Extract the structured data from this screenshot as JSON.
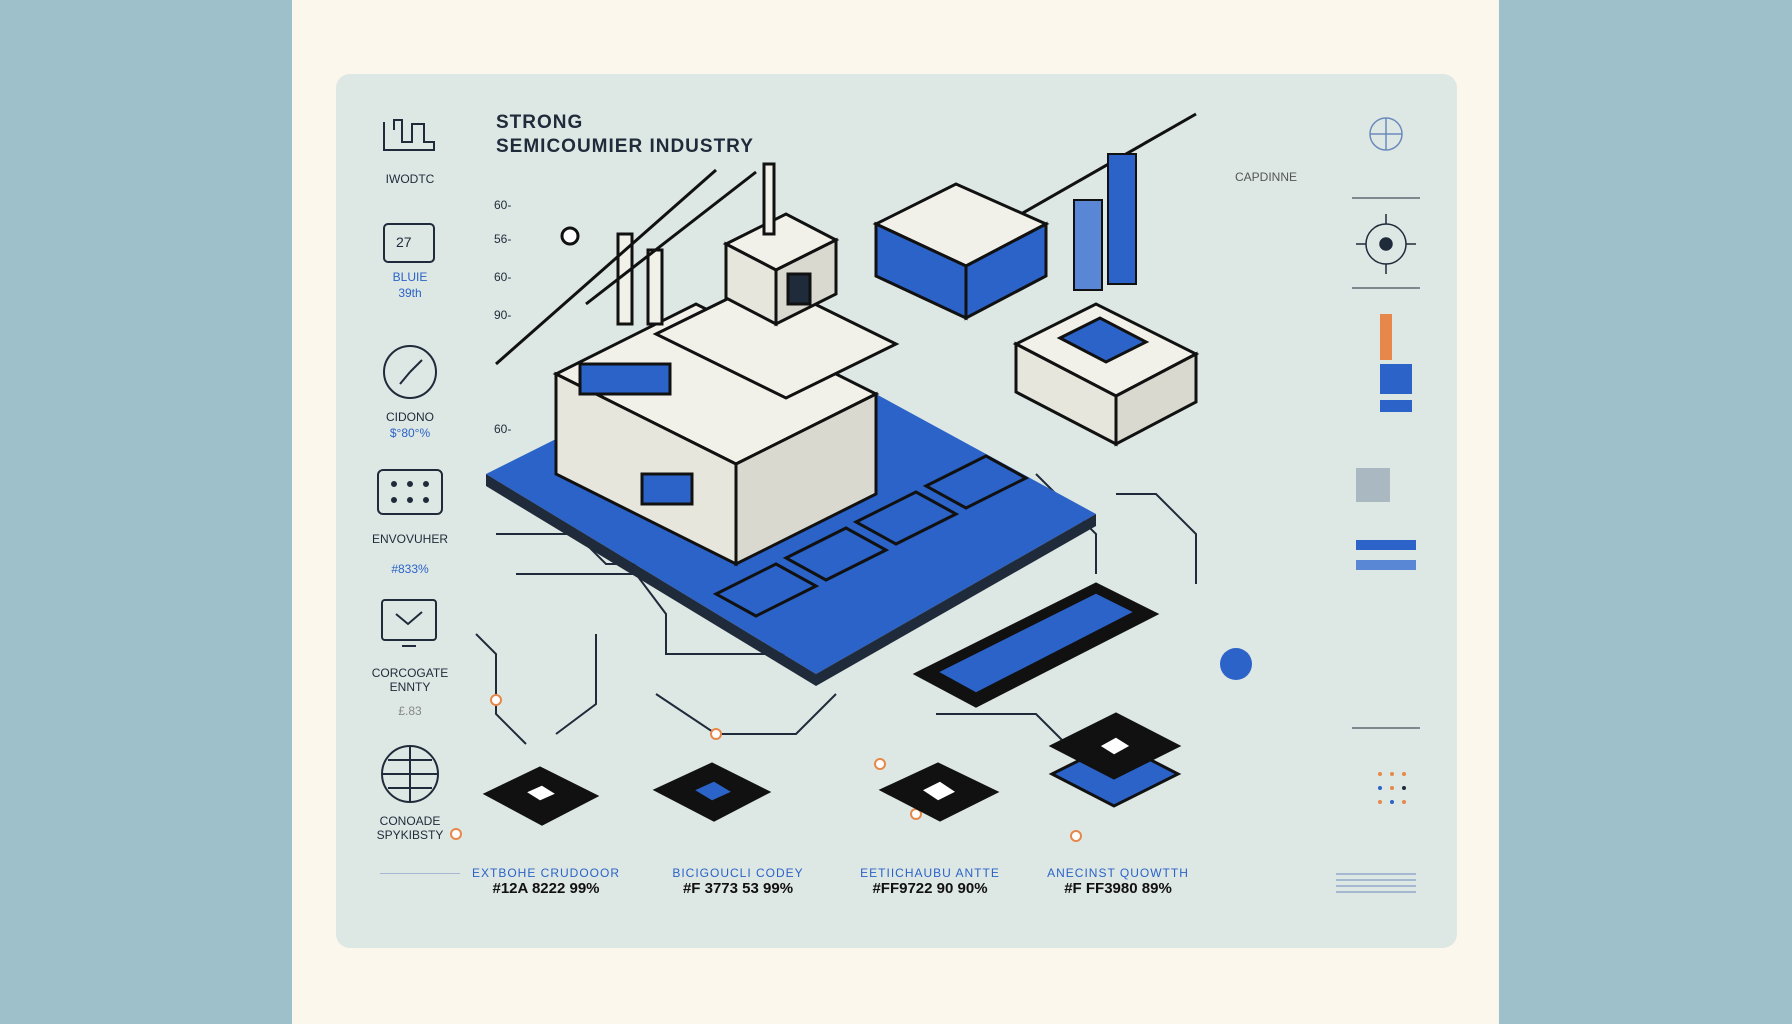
{
  "title": {
    "line1": "STRONG",
    "line2": "SEMICOUMIER INDUSTRY"
  },
  "y_ticks": [
    "60-",
    "56-",
    "60-",
    "90-",
    "60-"
  ],
  "left_panel": [
    {
      "icon": "building-icon",
      "label": "IWODTC",
      "value": ""
    },
    {
      "icon": "calendar-icon",
      "icon_text": "27",
      "label": "BLUIE",
      "value": "39th"
    },
    {
      "icon": "clock-icon",
      "label": "CIDONO",
      "value": "$°80°%"
    },
    {
      "icon": "grid-icon",
      "label": "ENVOVUHER",
      "value": "#833%"
    },
    {
      "icon": "monitor-icon",
      "label": "CORCOGATE\nENNTY",
      "value": "£.83"
    },
    {
      "icon": "globe-icon",
      "label": "CONOADE\nSPYKIBSTY",
      "value": ""
    }
  ],
  "right_panel": {
    "label": "CAPDINNE"
  },
  "bottom_labels": [
    {
      "line1": "EXTBOHE CRUDOOOR",
      "line2": "#12A 8222 99%"
    },
    {
      "line1": "BICIGOUCLI CODEY",
      "line2": "#F 3773 53 99%"
    },
    {
      "line1": "EETIICHAUBU ANTTE",
      "line2": "#FF9722 90 90%"
    },
    {
      "line1": "ANECINST QUOWTTH",
      "line2": "#F FF3980 89%"
    }
  ],
  "colors": {
    "accent": "#2b63c8",
    "ink": "#111111",
    "panel": "#dde7e4",
    "orange": "#e8874a"
  }
}
